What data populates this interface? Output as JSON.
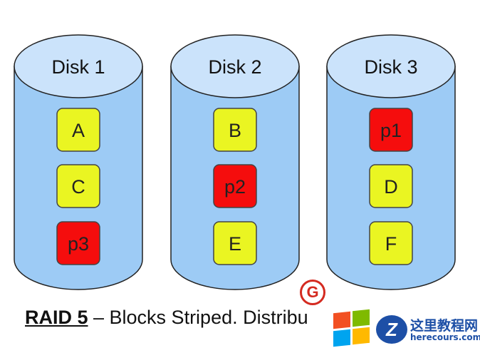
{
  "disks": [
    {
      "title": "Disk 1",
      "blocks": [
        {
          "label": "A",
          "kind": "data"
        },
        {
          "label": "C",
          "kind": "data"
        },
        {
          "label": "p3",
          "kind": "parity"
        }
      ]
    },
    {
      "title": "Disk 2",
      "blocks": [
        {
          "label": "B",
          "kind": "data"
        },
        {
          "label": "p2",
          "kind": "parity"
        },
        {
          "label": "E",
          "kind": "data"
        }
      ]
    },
    {
      "title": "Disk 3",
      "blocks": [
        {
          "label": "p1",
          "kind": "parity"
        },
        {
          "label": "D",
          "kind": "data"
        },
        {
          "label": "F",
          "kind": "data"
        }
      ]
    }
  ],
  "caption": {
    "raid": "RAID 5",
    "text": " – Blocks Striped. Distribu"
  },
  "overlay_icon": {
    "icon": "g-logo-icon",
    "letter": "G"
  },
  "watermark": {
    "icon": "windows-logo-icon",
    "badge_letter": "Z",
    "text": "这里教程网",
    "subtext": "herecours.com"
  },
  "colors": {
    "disk_body": "#9dcbf5",
    "disk_top": "#cbe3fb",
    "data_block": "#eaf522",
    "parity_block": "#f50d0d",
    "outline": "#222222"
  }
}
